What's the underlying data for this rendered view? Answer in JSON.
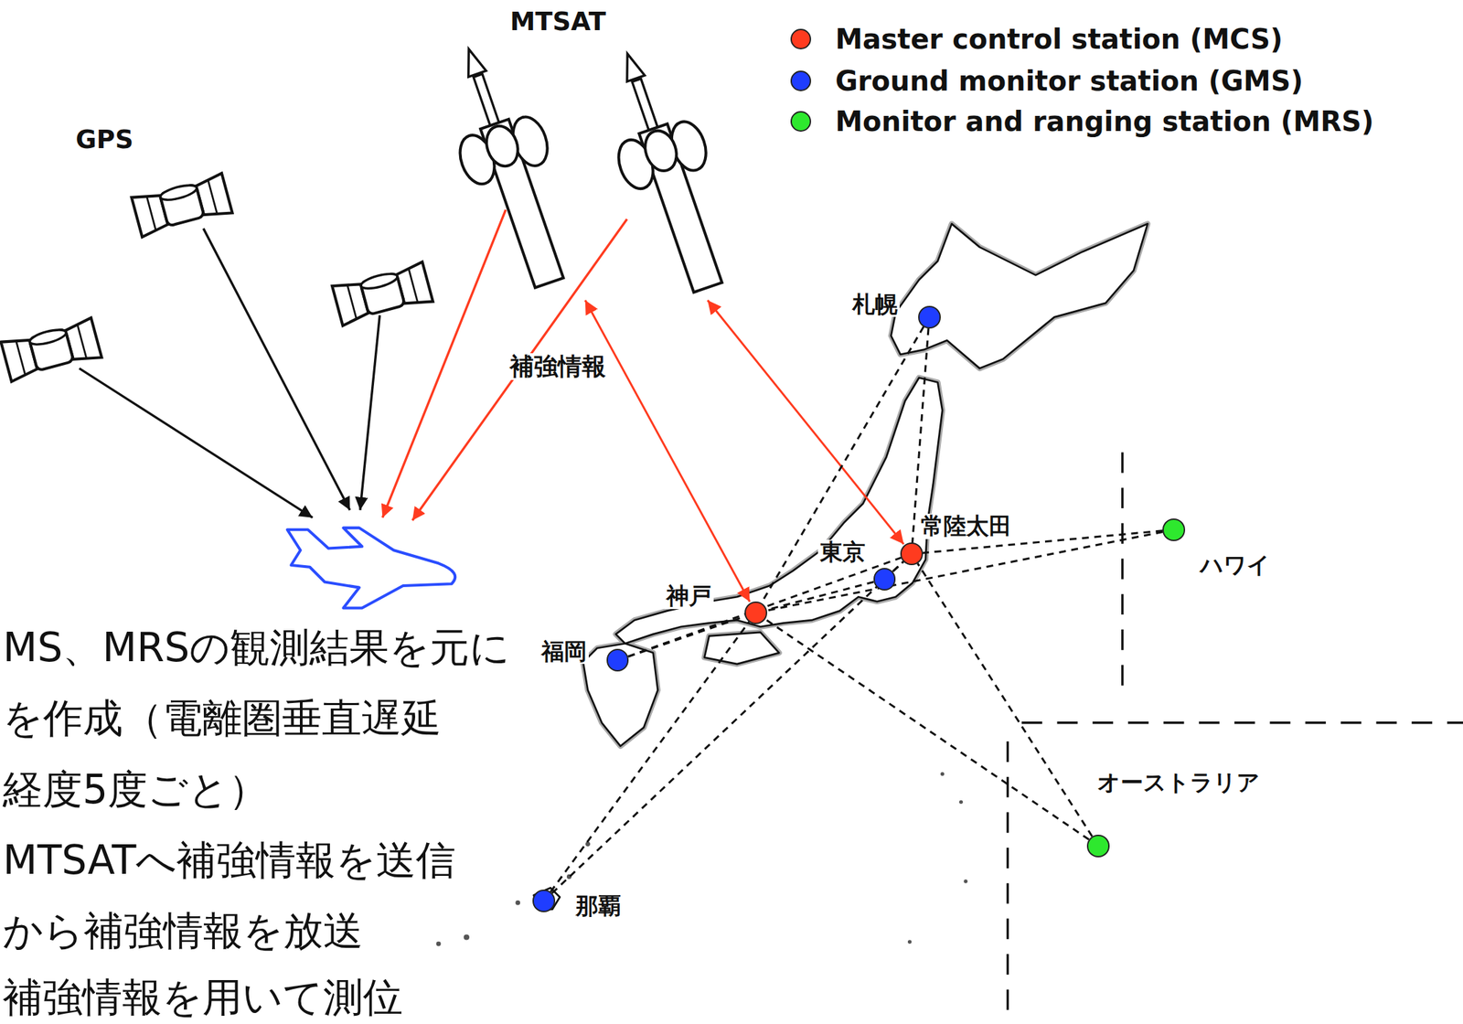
{
  "diagram": {
    "nodes": [
      {
        "text": [
          "MTSAT"
        ]
      },
      {
        "text": [
          "札幌"
        ]
      },
      {
        "text": [
          "常陸太田"
        ]
      },
      {
        "text": [
          "東京"
        ]
      },
      {
        "text": [
          "神戸"
        ]
      },
      {
        "text": [
          "福岡"
        ]
      },
      {
        "text": [
          "那覇"
        ]
      },
      {
        "text": [
          "ハワイ"
        ]
      },
      {
        "text": [
          "オーストラリア"
        ]
      }
    ],
    "edges": [
      {
        "from": 0,
        "to": 4,
        "label": "補強情報",
        "arrow": "both"
      },
      {
        "from": 0,
        "to": 2,
        "arrow": "both"
      },
      {
        "from": 1,
        "to": 2,
        "arrow": "none"
      },
      {
        "from": 1,
        "to": 4,
        "arrow": "none"
      },
      {
        "from": 3,
        "to": 2,
        "arrow": "none"
      },
      {
        "from": 3,
        "to": 4,
        "arrow": "none"
      },
      {
        "from": 5,
        "to": 2,
        "arrow": "none"
      },
      {
        "from": 5,
        "to": 4,
        "arrow": "none"
      },
      {
        "from": 6,
        "to": 2,
        "arrow": "none"
      },
      {
        "from": 6,
        "to": 4,
        "arrow": "none"
      },
      {
        "from": 7,
        "to": 2,
        "arrow": "none"
      },
      {
        "from": 7,
        "to": 4,
        "arrow": "none"
      },
      {
        "from": 8,
        "to": 2,
        "arrow": "none"
      },
      {
        "from": 8,
        "to": 4,
        "arrow": "none"
      }
    ],
    "labels": [
      "GPS",
      "MS、MRSの観測結果を元に",
      "を作成（電離圏垂直遅延",
      "経度5度ごと）",
      "MTSATへ補強情報を送信",
      "から補強情報を放送",
      "補強情報を用いて測位"
    ],
    "legend": [
      {
        "text": "Master control station (MCS)",
        "color": "#ff3b1f"
      },
      {
        "text": "Ground monitor station (GMS)",
        "color": "#1f3dff"
      },
      {
        "text": "Monitor and ranging station (MRS)",
        "color": "#2ee82e"
      }
    ]
  }
}
